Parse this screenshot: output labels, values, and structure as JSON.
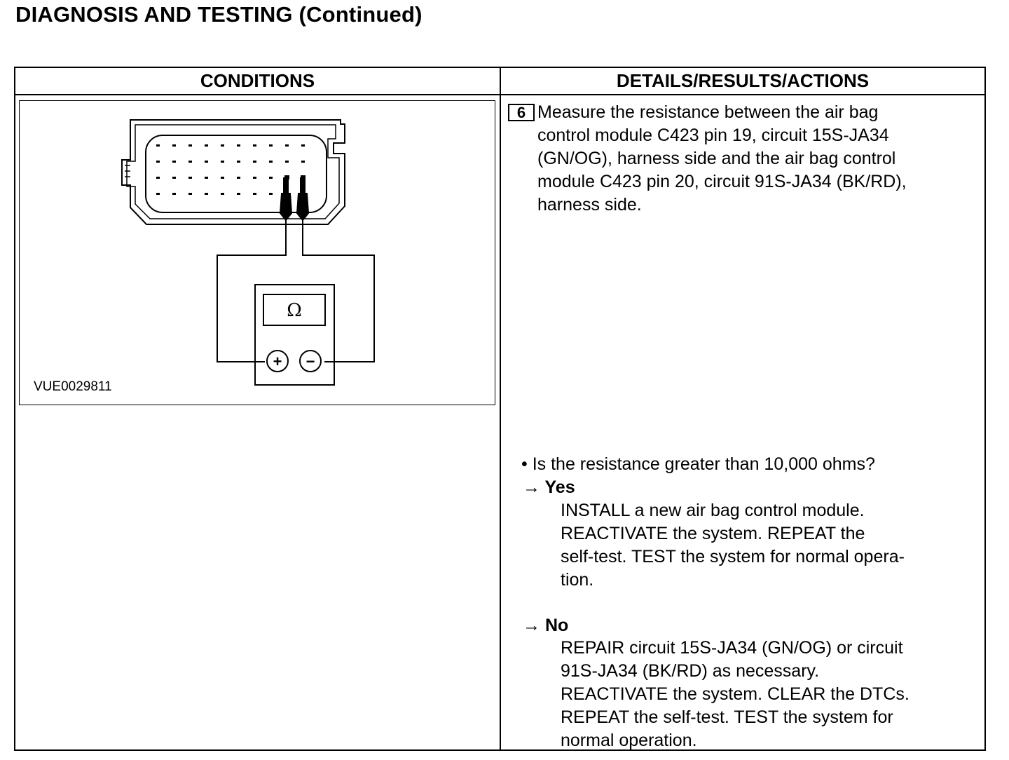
{
  "page_title": "DIAGNOSIS AND TESTING (Continued)",
  "table": {
    "header_conditions": "CONDITIONS",
    "header_details": "DETAILS/RESULTS/ACTIONS"
  },
  "figure": {
    "code": "VUE0029811",
    "meter_symbol": "Ω",
    "plus_symbol": "+",
    "minus_symbol": "−",
    "icons": [
      "connector-icon",
      "ohmmeter-icon"
    ]
  },
  "step": {
    "number": "6",
    "text_lines": [
      "Measure the resistance between the air bag",
      "control module C423 pin 19, circuit 15S-JA34",
      "(GN/OG), harness side and the air bag control",
      "module C423 pin 20, circuit 91S-JA34 (BK/RD),",
      "harness side."
    ]
  },
  "question": "• Is the resistance greater than 10,000 ohms?",
  "yes": {
    "label": "→ Yes",
    "lines": [
      "INSTALL a new air bag control module.",
      "REACTIVATE the system. REPEAT the",
      "self-test. TEST the system for normal opera-",
      "tion."
    ]
  },
  "no": {
    "label": "→ No",
    "lines": [
      "REPAIR circuit 15S-JA34 (GN/OG) or circuit",
      "91S-JA34 (BK/RD) as necessary.",
      "REACTIVATE the system. CLEAR the DTCs.",
      "REPEAT the self-test. TEST the system for",
      "normal operation."
    ]
  }
}
